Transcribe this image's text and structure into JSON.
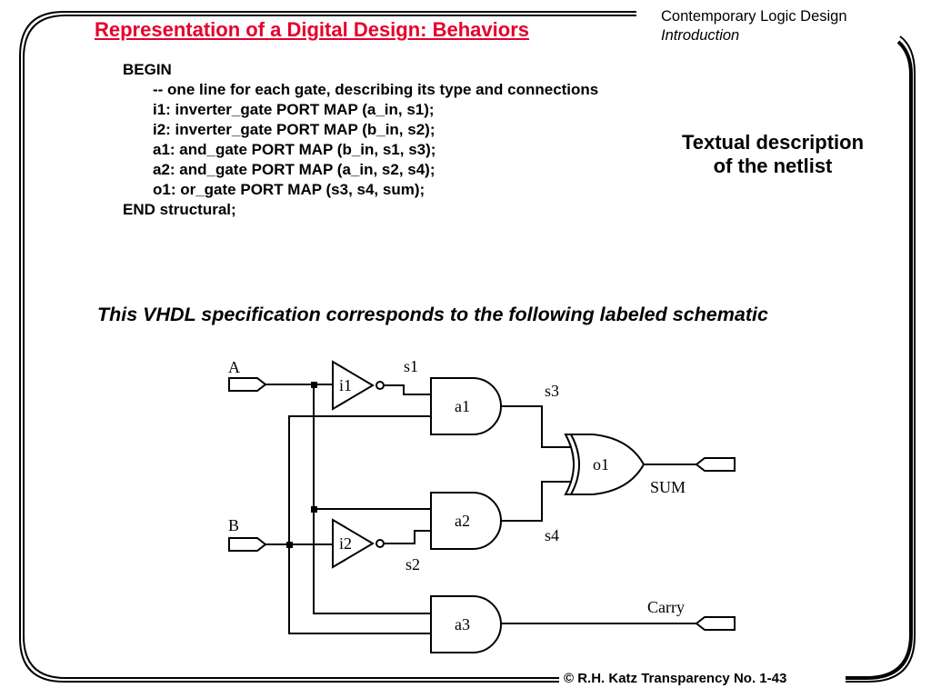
{
  "header": {
    "title": "Representation of a Digital Design: Behaviors",
    "course": "Contemporary Logic Design",
    "section": "Introduction"
  },
  "code": {
    "begin": "BEGIN",
    "lines": [
      "-- one line for each gate, describing its type and connections",
      "i1: inverter_gate PORT MAP (a_in, s1);",
      "i2: inverter_gate PORT MAP (b_in, s2);",
      "a1: and_gate PORT MAP (b_in, s1, s3);",
      "a2: and_gate PORT MAP (a_in, s2, s4);",
      "o1: or_gate PORT MAP (s3, s4, sum);"
    ],
    "end": "END structural;"
  },
  "side_note": {
    "line1": "Textual description",
    "line2": "of the netlist"
  },
  "caption": "This VHDL specification corresponds to the following labeled schematic",
  "schematic": {
    "inputs": {
      "a": "A",
      "b": "B"
    },
    "outputs": {
      "sum": "SUM",
      "carry": "Carry"
    },
    "gates": {
      "i1": "i1",
      "i2": "i2",
      "a1": "a1",
      "a2": "a2",
      "a3": "a3",
      "o1": "o1"
    },
    "signals": {
      "s1": "s1",
      "s2": "s2",
      "s3": "s3",
      "s4": "s4"
    }
  },
  "footer": "© R.H. Katz   Transparency  No. 1-43"
}
